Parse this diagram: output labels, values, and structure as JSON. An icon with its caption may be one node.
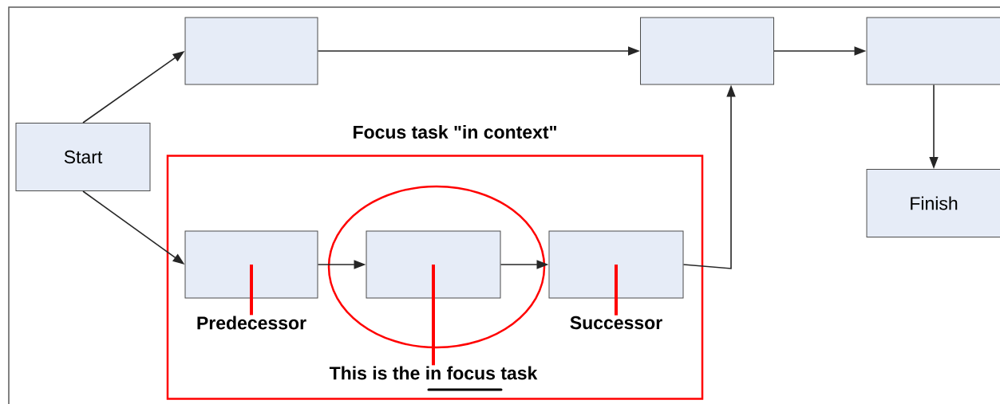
{
  "diagram": {
    "nodes": [
      {
        "text": [
          "Start"
        ]
      },
      {
        "text": [],
        "shape": "box"
      },
      {
        "text": [],
        "shape": "box"
      },
      {
        "text": [],
        "shape": "box"
      },
      {
        "text": [
          "Finish"
        ]
      },
      {
        "text": [
          "Focus task \"in context\""
        ]
      },
      {
        "text": [],
        "shape": "box",
        "in": 5
      },
      {
        "text": [],
        "shape": "ellipse",
        "in": 5
      },
      {
        "text": [],
        "shape": "box",
        "in": 7
      },
      {
        "text": [],
        "shape": "box",
        "in": 5
      },
      {
        "text": [
          "Predecessor"
        ],
        "in": 5
      },
      {
        "text": [
          "Successor"
        ],
        "in": 5
      },
      {
        "text": [
          "This is the in focus task"
        ],
        "in": 5
      }
    ],
    "edges": [
      {
        "from": 0,
        "to": 1,
        "arrow": "to"
      },
      {
        "from": 0,
        "to": 6,
        "arrow": "to"
      },
      {
        "from": 1,
        "to": 2,
        "arrow": "to"
      },
      {
        "from": 2,
        "to": 3,
        "arrow": "to"
      },
      {
        "from": 3,
        "to": 4,
        "arrow": "to"
      },
      {
        "from": 6,
        "to": 8,
        "arrow": "to"
      },
      {
        "from": 8,
        "to": 9,
        "arrow": "to"
      },
      {
        "from": 9,
        "to": 2,
        "arrow": "to"
      },
      {
        "from": 10,
        "to": 6,
        "arrow": "none",
        "style": "thick",
        "color": "#ff0000"
      },
      {
        "from": 12,
        "to": 8,
        "arrow": "none",
        "style": "thick",
        "color": "#ff0000"
      },
      {
        "from": 11,
        "to": 9,
        "arrow": "none",
        "style": "thick",
        "color": "#ff0000"
      }
    ]
  }
}
